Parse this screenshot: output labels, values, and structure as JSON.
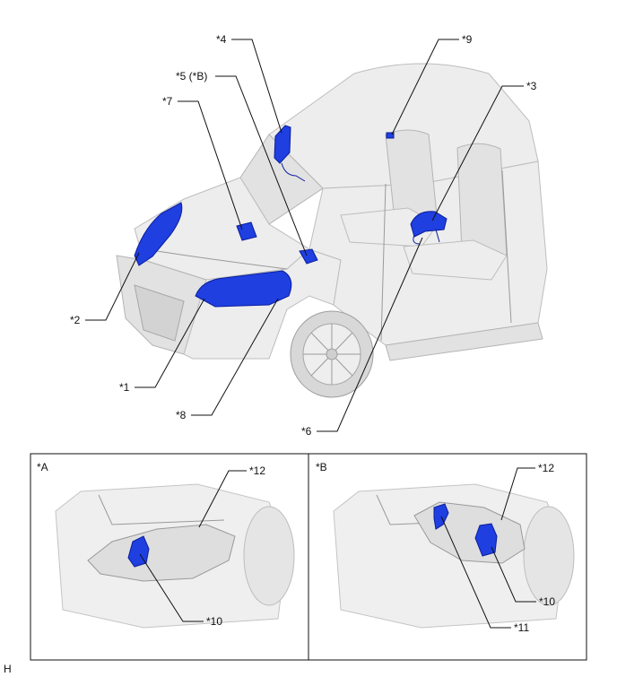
{
  "callouts": {
    "c1": "*1",
    "c2": "*2",
    "c3": "*3",
    "c4": "*4",
    "c5": "*5 (*B)",
    "c6": "*6",
    "c7": "*7",
    "c8": "*8",
    "c9": "*9",
    "c10a": "*10",
    "c12a": "*12",
    "c10b": "*10",
    "c11b": "*11",
    "c12b": "*12"
  },
  "insets": {
    "a_label": "*A",
    "b_label": "*B"
  },
  "corner_mark": "H",
  "colors": {
    "part_blue": "#1f3fe0",
    "part_blue_dark": "#0a1e9c",
    "body_gray": "#e2e2e2",
    "line": "#111111"
  }
}
